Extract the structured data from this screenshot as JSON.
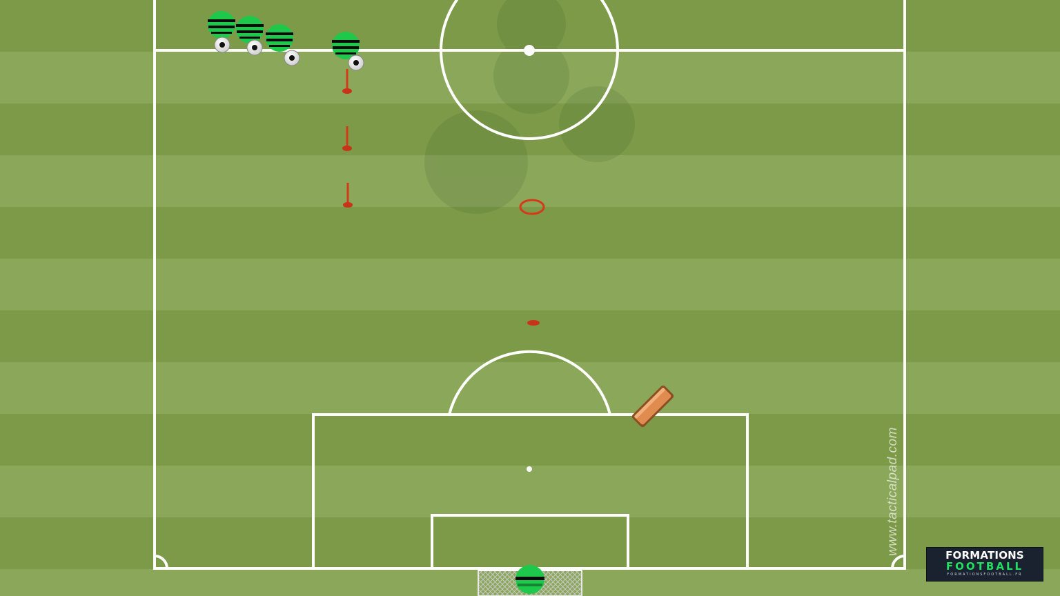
{
  "diagram": {
    "pitch_colors": {
      "stripe_light": "#8aa75a",
      "stripe_dark": "#7c9a47",
      "line": "#ffffff"
    },
    "players": [
      {
        "team": "attackers",
        "color": "#1ec84a",
        "stripe": "#0a0a0a",
        "has_ball": true
      },
      {
        "team": "attackers",
        "color": "#1ec84a",
        "stripe": "#0a0a0a",
        "has_ball": true
      },
      {
        "team": "attackers",
        "color": "#1ec84a",
        "stripe": "#0a0a0a",
        "has_ball": true
      },
      {
        "team": "attackers",
        "color": "#1ec84a",
        "stripe": "#0a0a0a",
        "has_ball": true
      },
      {
        "team": "goalkeeper",
        "color": "#1ec84a",
        "stripe": "#0a0a0a",
        "has_ball": false
      }
    ],
    "equipment": {
      "poles": 3,
      "rings": 1,
      "flat_cones": 1,
      "rebounder_boards": 1,
      "goals": 1,
      "marker_color": "#d43a1a",
      "board_color": "#d9874a"
    }
  },
  "watermark": "www.tacticalpad.com",
  "logo": {
    "line1": "FORMATIONS",
    "line2": "FOOTBALL",
    "line3": "FORMATIONSFOOTBALL.FR"
  }
}
